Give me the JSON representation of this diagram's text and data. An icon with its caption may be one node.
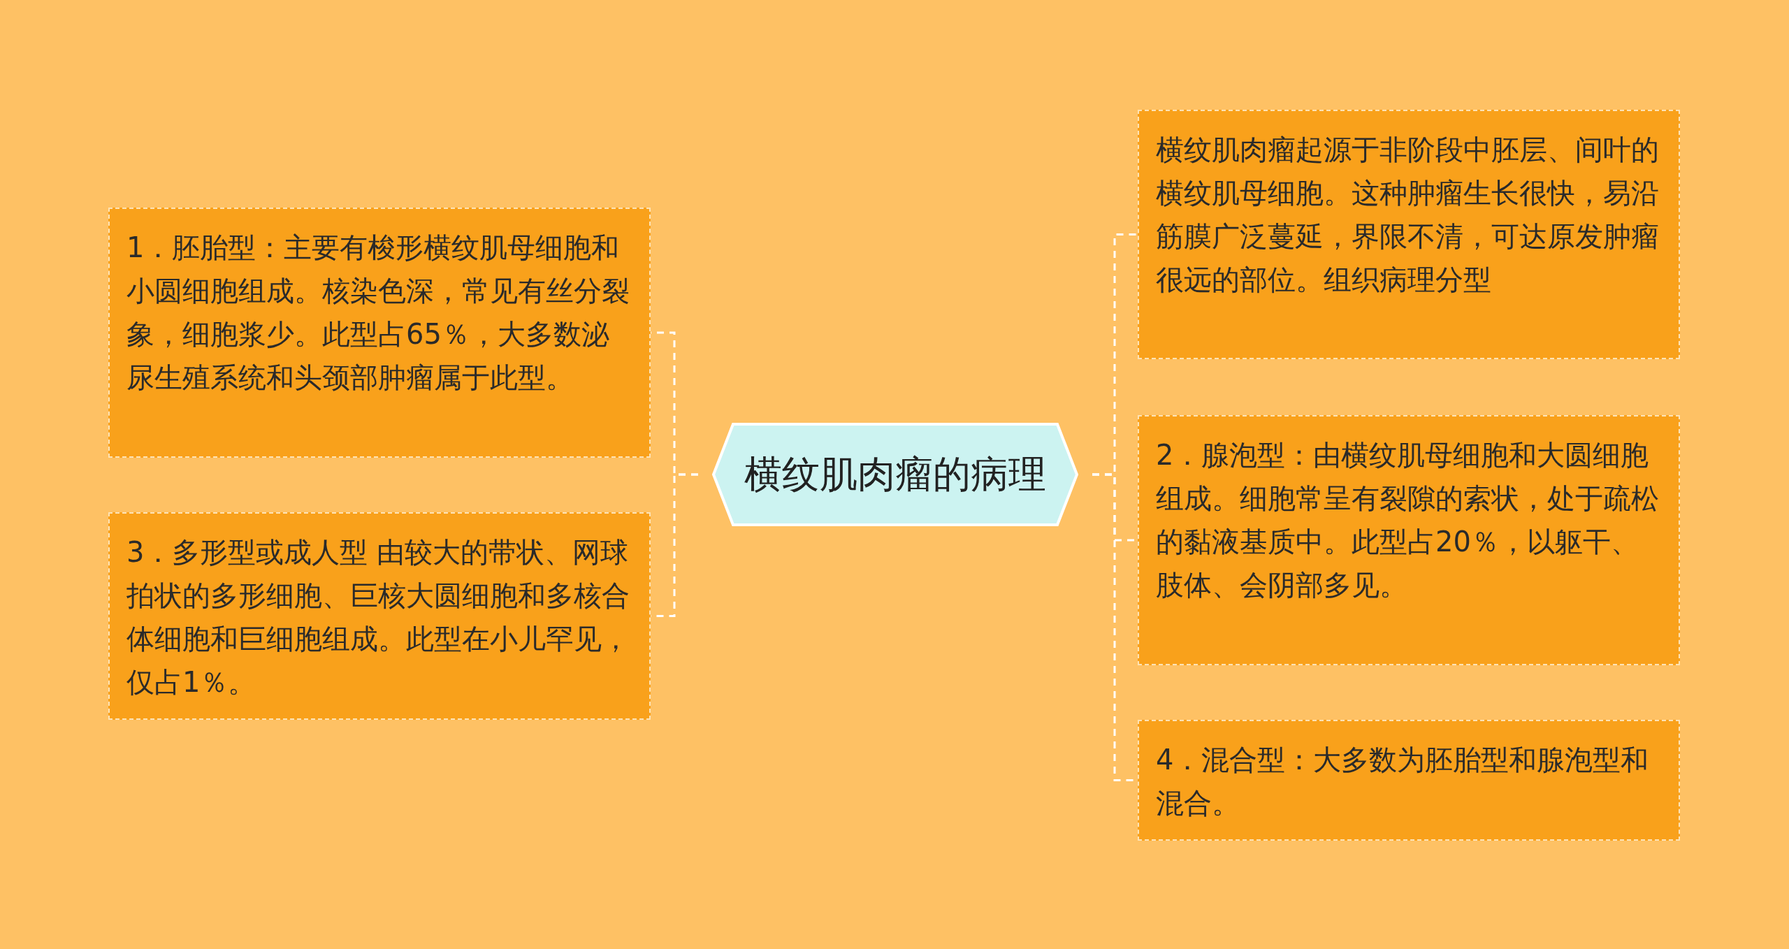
{
  "diagram": {
    "nodes": [
      {
        "text": [
          "横纹肌肉瘤的病理"
        ]
      },
      {
        "text": [
          "1．胚胎型：主要有梭形横纹肌母细胞和小圆细胞组成。核染色深，常见有丝分裂象，细胞浆少。此型占65％，大多数泌尿生殖系统和头颈部肿瘤属于此型。"
        ]
      },
      {
        "text": [
          "3．多形型或成人型 由较大的带状、网球拍状的多形细胞、巨核大圆细胞和多核合体细胞和巨细胞组成。此型在小儿罕见，仅占1％。"
        ]
      },
      {
        "text": [
          "横纹肌肉瘤起源于非阶段中胚层、间叶的横纹肌母细胞。这种肿瘤生长很快，易沿筋膜广泛蔓延，界限不清，可达原发肿瘤很远的部位。组织病理分型"
        ]
      },
      {
        "text": [
          "2．腺泡型：由横纹肌母细胞和大圆细胞组成。细胞常呈有裂隙的索状，处于疏松的黏液基质中。此型占20％，以躯干、肢体、会阴部多见。"
        ]
      },
      {
        "text": [
          "4．混合型：大多数为胚胎型和腺泡型和混合。"
        ]
      }
    ],
    "edges": [
      {
        "from": 0,
        "to": 1,
        "arrow": "none",
        "style": "dashed"
      },
      {
        "from": 0,
        "to": 2,
        "arrow": "none",
        "style": "dashed"
      },
      {
        "from": 0,
        "to": 3,
        "arrow": "none",
        "style": "dashed"
      },
      {
        "from": 0,
        "to": 4,
        "arrow": "none",
        "style": "dashed"
      },
      {
        "from": 0,
        "to": 5,
        "arrow": "none",
        "style": "dashed"
      }
    ]
  }
}
